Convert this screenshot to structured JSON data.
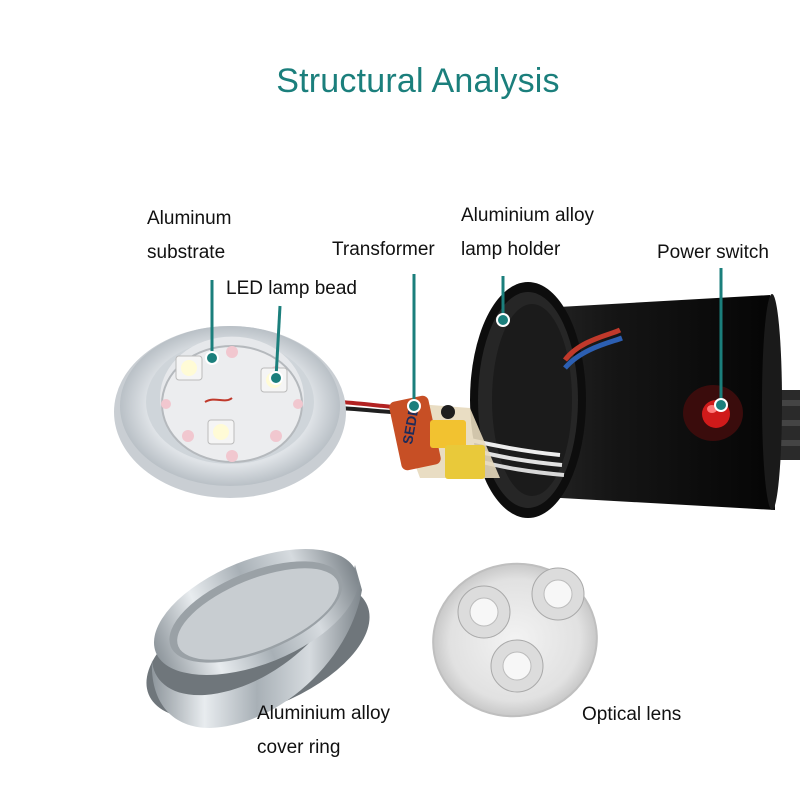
{
  "title": "Structural Analysis",
  "accent_color": "#1b7f7c",
  "labels": {
    "aluminum_substrate": [
      "Aluminum",
      "substrate"
    ],
    "led_lamp_bead": "LED lamp bead",
    "transformer": "Transformer",
    "lamp_holder": [
      "Aluminium alloy",
      "lamp holder"
    ],
    "power_switch": "Power switch",
    "cover_ring": [
      "Aluminium alloy",
      "cover ring"
    ],
    "optical_lens": "Optical lens"
  },
  "pcb_marking": "SEDE"
}
